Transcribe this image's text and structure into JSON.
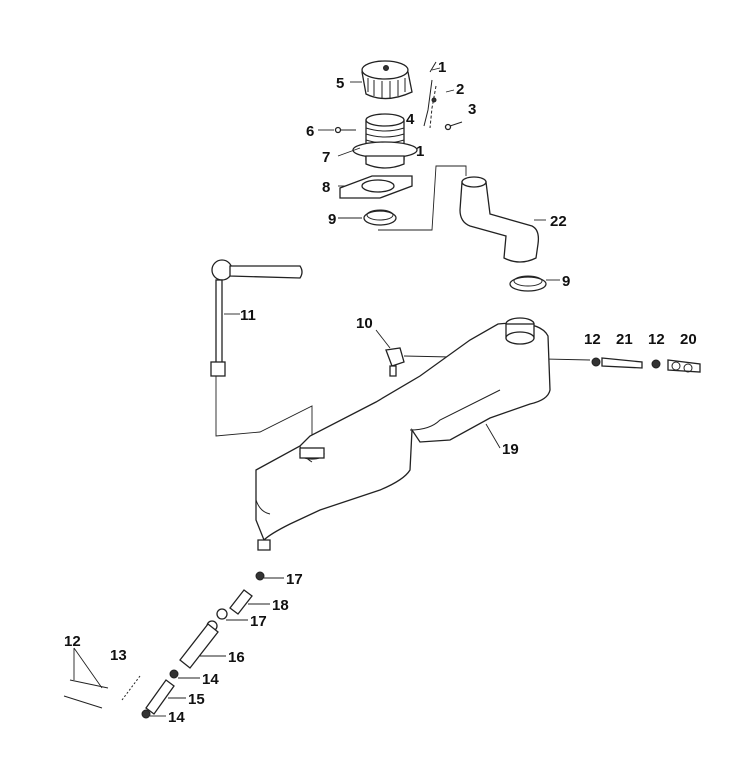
{
  "diagram": {
    "callouts": {
      "c1_top": "1",
      "c2": "2",
      "c3": "3",
      "c4": "4",
      "c1_bottom": "1",
      "c5": "5",
      "c6": "6",
      "c7": "7",
      "c8": "8",
      "c9_top": "9",
      "c22": "22",
      "c9_right": "9",
      "c11": "11",
      "c10": "10",
      "c12_a": "12",
      "c21": "21",
      "c12_b": "12",
      "c20": "20",
      "c19": "19",
      "c17_a": "17",
      "c18": "18",
      "c17_b": "17",
      "c16": "16",
      "c12_c": "12",
      "c13": "13",
      "c14_a": "14",
      "c15": "15",
      "c14_b": "14"
    },
    "colors": {
      "line": "#222222",
      "background": "#ffffff",
      "text": "#111111"
    }
  }
}
